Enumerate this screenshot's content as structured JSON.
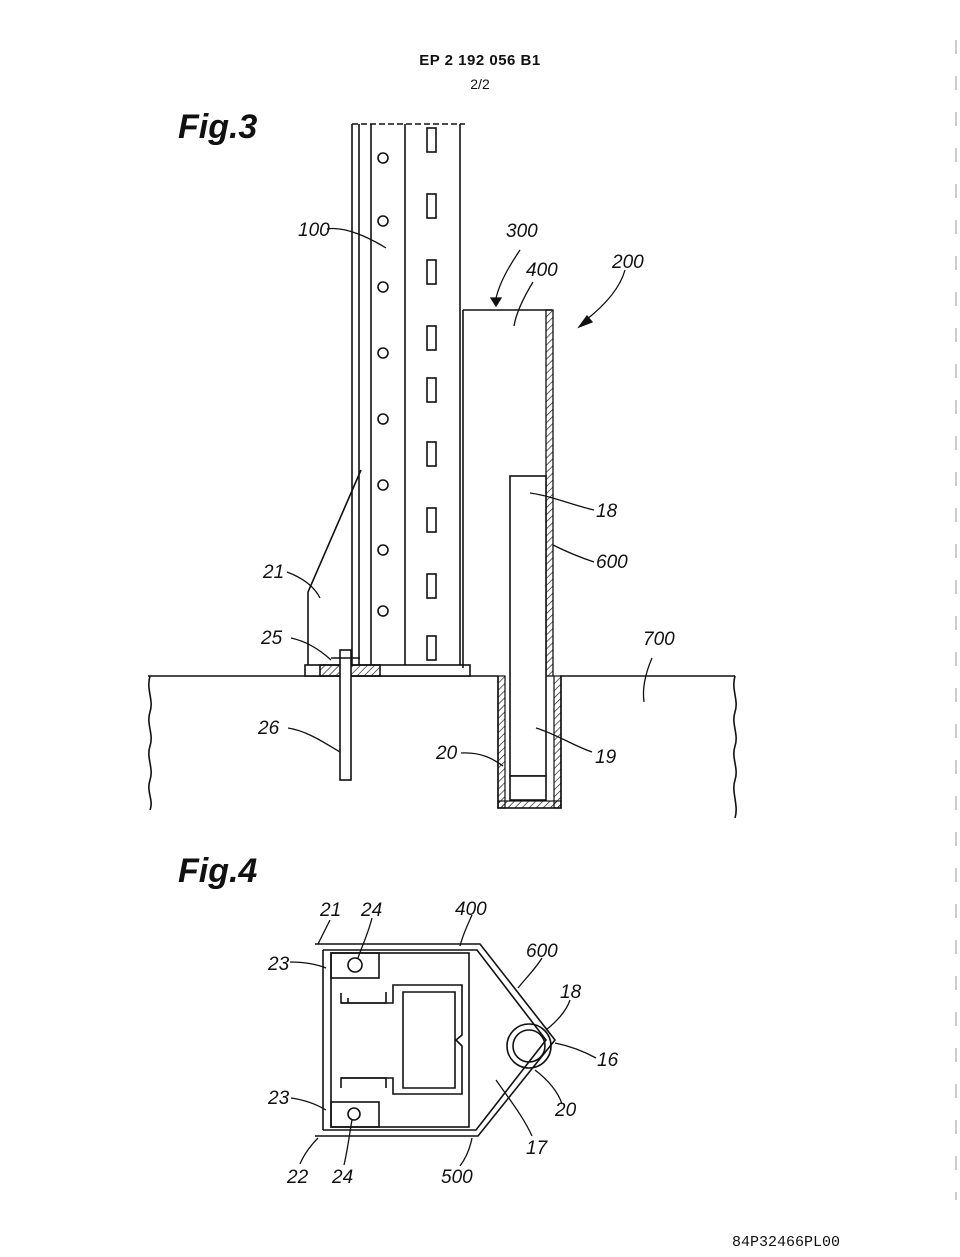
{
  "header": {
    "publication_number": "EP 2 192 056 B1",
    "sheet": "2/2"
  },
  "footer": {
    "document_id": "84P32466PL00"
  },
  "figure3": {
    "title": "Fig.3",
    "labels": {
      "l100": "100",
      "l300": "300",
      "l400": "400",
      "l200": "200",
      "l18": "18",
      "l600": "600",
      "l21": "21",
      "l25": "25",
      "l700": "700",
      "l26": "26",
      "l20": "20",
      "l19": "19"
    }
  },
  "figure4": {
    "title": "Fig.4",
    "labels": {
      "l21": "21",
      "l24a": "24",
      "l400": "400",
      "l600": "600",
      "l23a": "23",
      "l18": "18",
      "l16": "16",
      "l23b": "23",
      "l20": "20",
      "l17": "17",
      "l22": "22",
      "l24b": "24",
      "l500": "500"
    }
  }
}
